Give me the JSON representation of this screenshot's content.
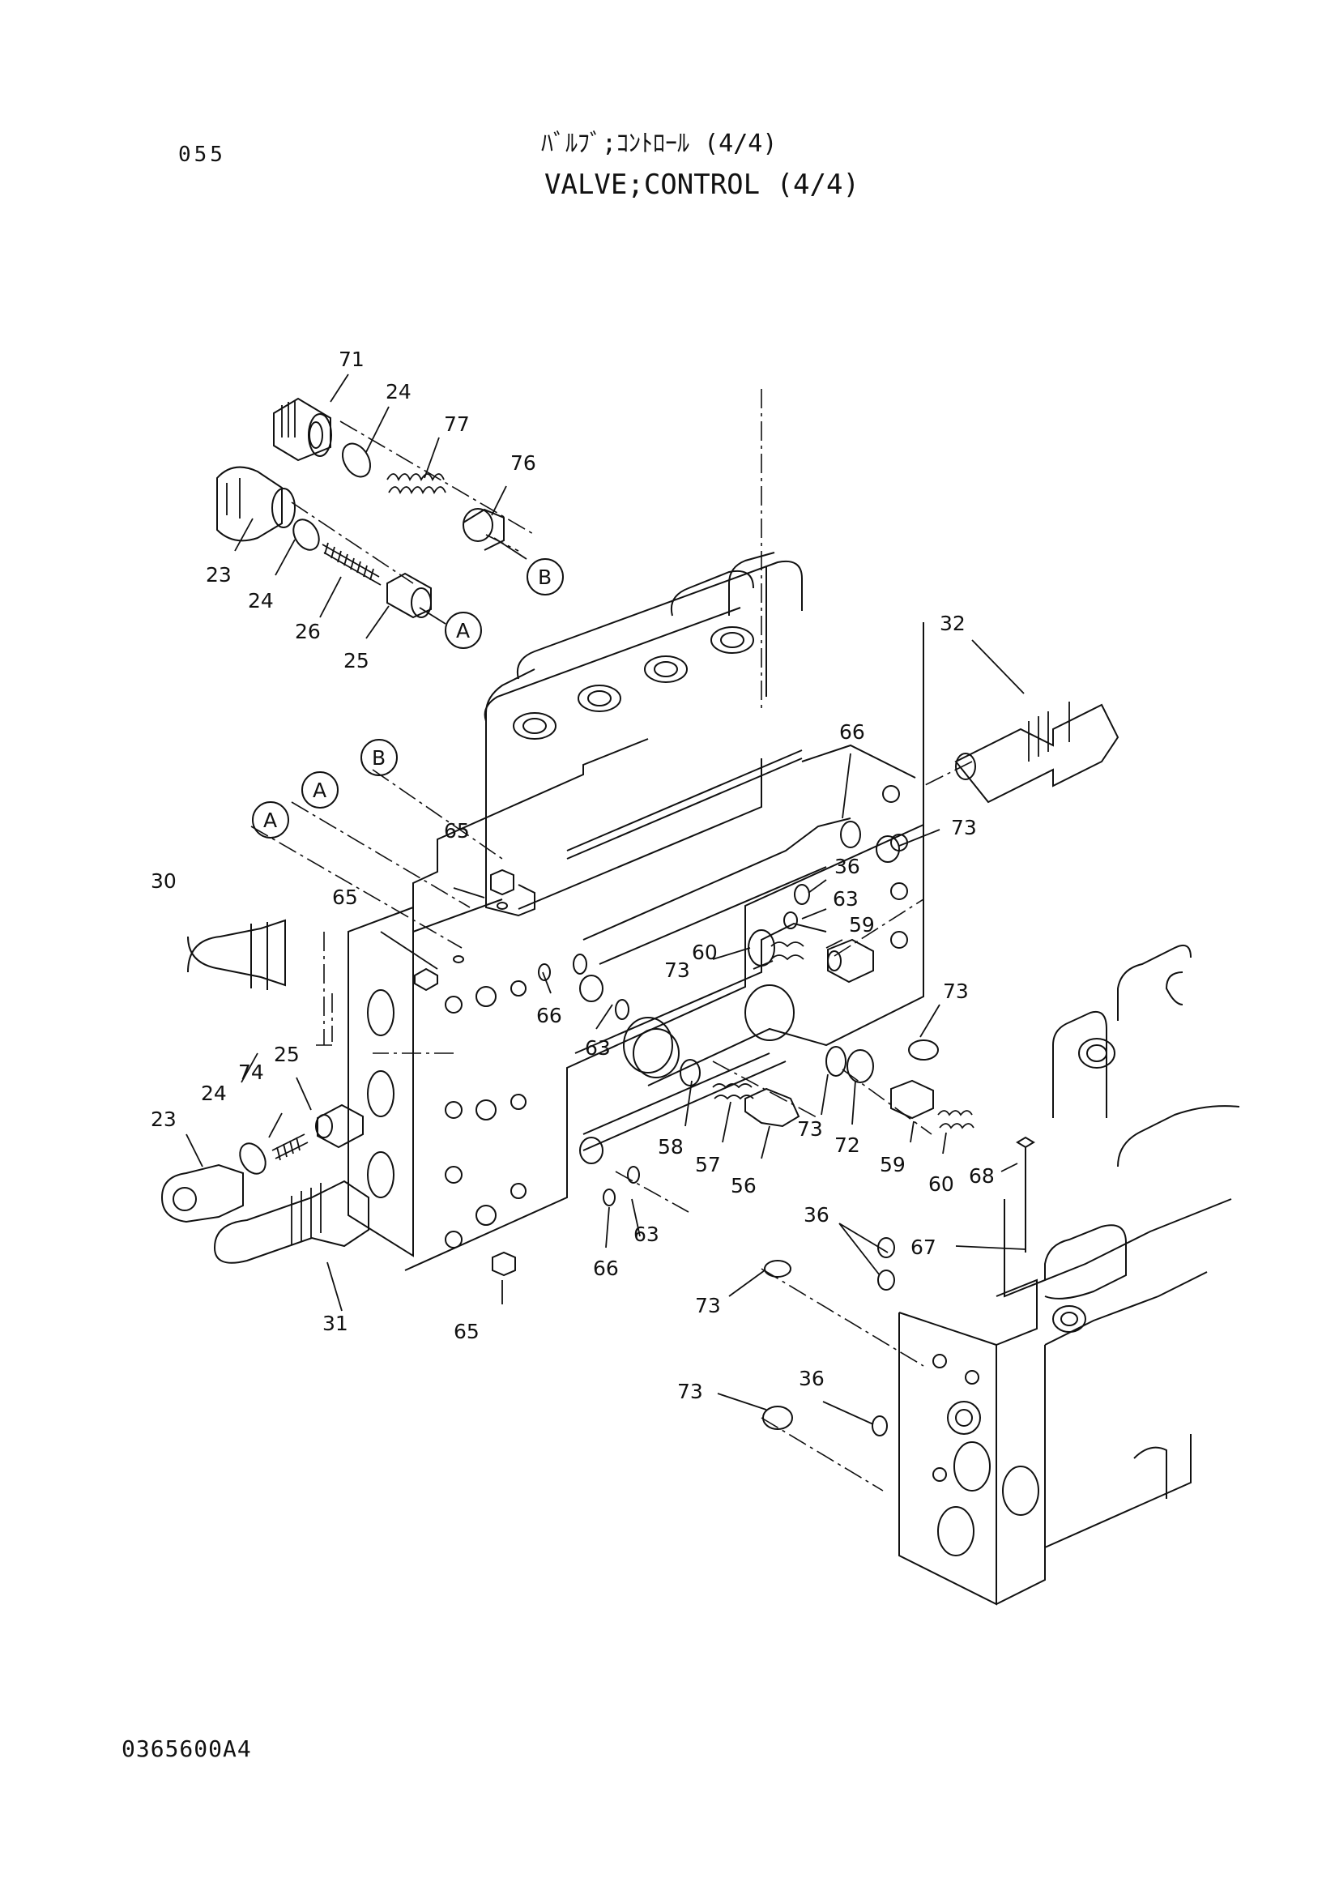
{
  "header": {
    "page_number": "055",
    "title_jp": "ﾊﾞﾙﾌﾞ;ｺﾝﾄﾛｰﾙ (4/4)",
    "title_en": "VALVE;CONTROL (4/4)"
  },
  "footer": {
    "drawing_code": "0365600A4"
  },
  "callouts": {
    "left_group": [
      "71",
      "24",
      "77",
      "76",
      "23",
      "24",
      "26",
      "25"
    ],
    "refs": [
      "A",
      "B"
    ],
    "body_refs": [
      "B",
      "A",
      "A"
    ],
    "main": [
      "32",
      "66",
      "73",
      "36",
      "63",
      "59",
      "73",
      "60",
      "30",
      "65",
      "65",
      "66",
      "63",
      "73",
      "58",
      "57",
      "56",
      "73",
      "72",
      "59",
      "60",
      "68",
      "74",
      "25",
      "24",
      "23",
      "63",
      "66",
      "65",
      "31",
      "36",
      "67",
      "73",
      "36",
      "73"
    ]
  }
}
